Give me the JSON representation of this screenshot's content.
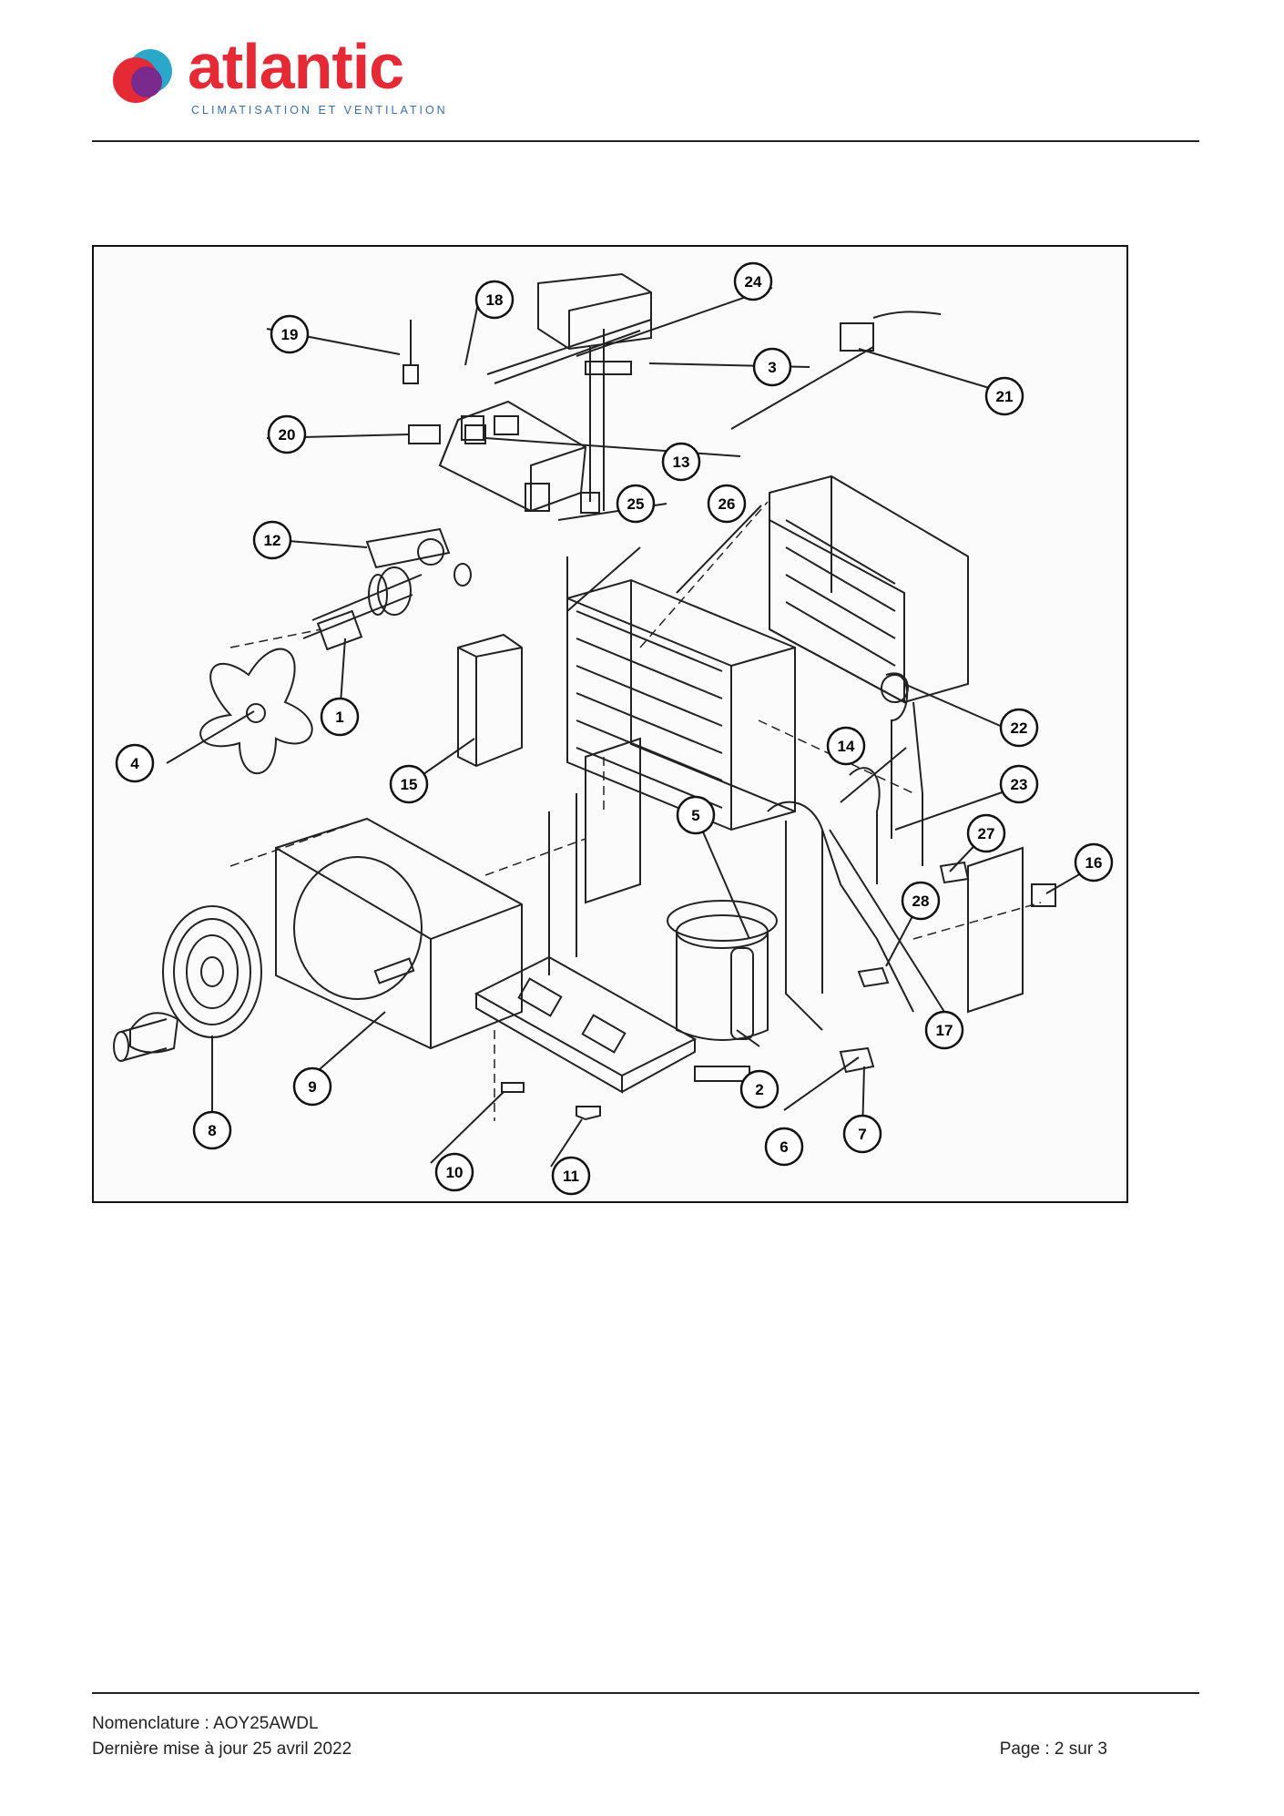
{
  "header": {
    "brand": "atlantic",
    "tagline": "CLIMATISATION ET VENTILATION",
    "logo_colors": [
      "#e52a36",
      "#7a2a8c",
      "#2aa7c9"
    ]
  },
  "diagram": {
    "part_numbers": [
      "1",
      "2",
      "3",
      "4",
      "5",
      "6",
      "7",
      "8",
      "9",
      "10",
      "11",
      "12",
      "13",
      "14",
      "15",
      "16",
      "17",
      "18",
      "19",
      "20",
      "21",
      "22",
      "23",
      "24",
      "25",
      "26",
      "27",
      "28"
    ]
  },
  "footer": {
    "nomenclature": "Nomenclature : AOY25AWDL",
    "updated": "Dernière mise à jour 25 avril 2022",
    "page": "Page : 2 sur 3"
  }
}
